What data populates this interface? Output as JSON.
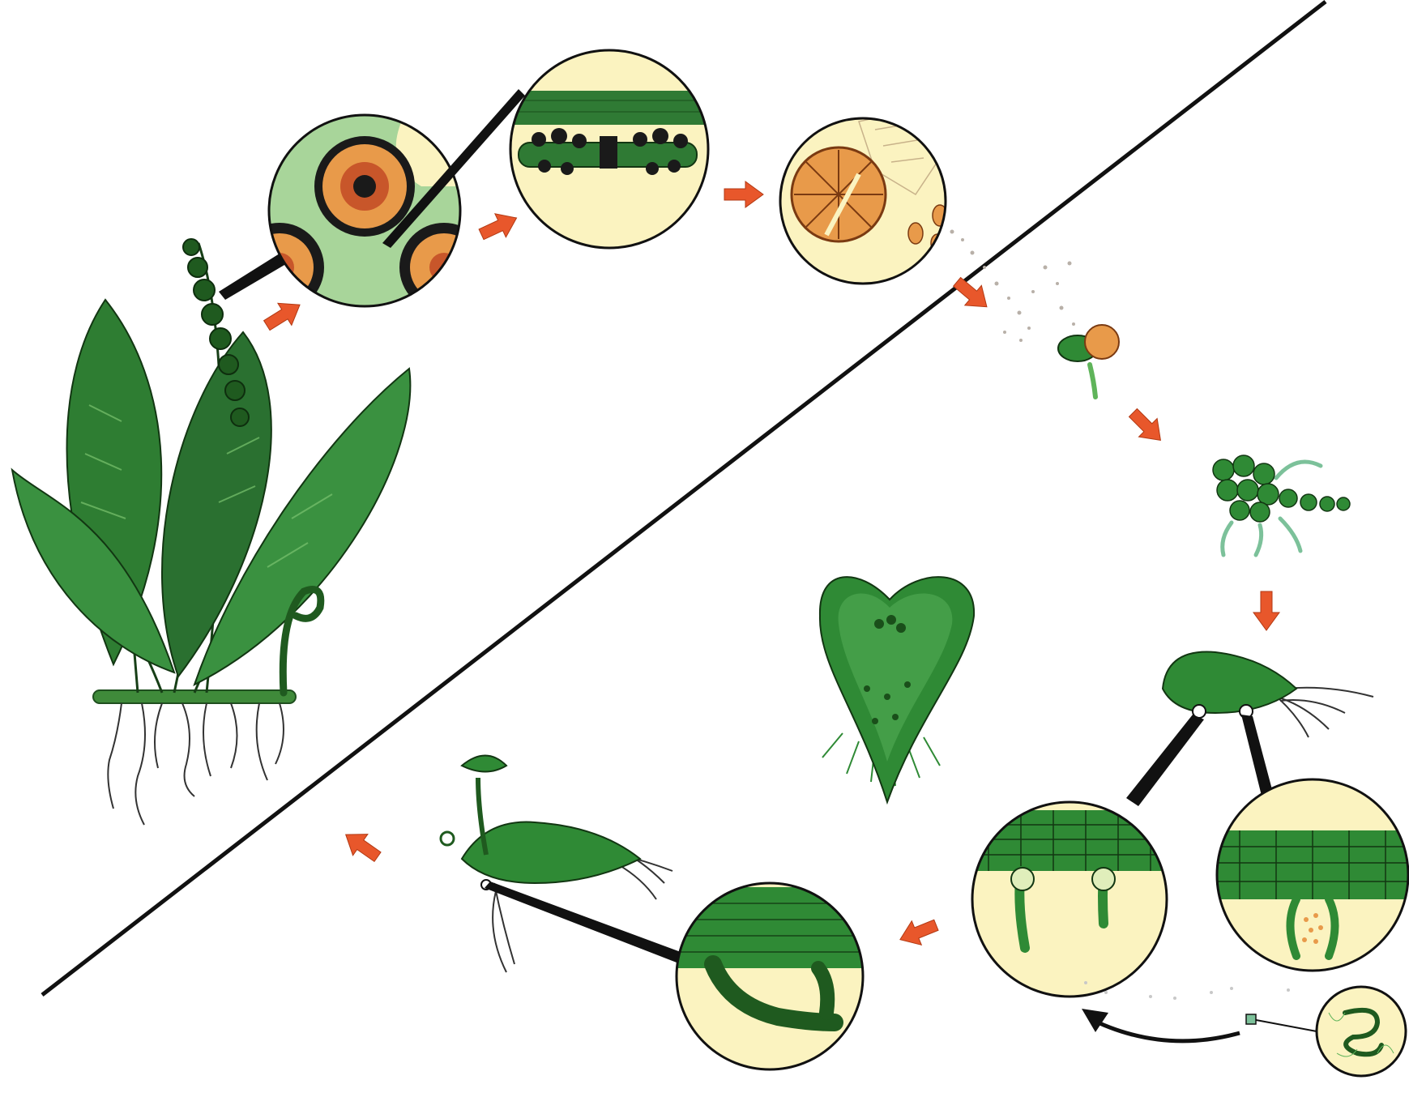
{
  "diagram": {
    "type": "life-cycle",
    "subject": "fern",
    "colors": {
      "background": "#ffffff",
      "plant_dark": "#1f5a1f",
      "plant_mid": "#2f8a35",
      "plant_light": "#5fb45a",
      "pale_green": "#a8d59a",
      "magnifier_fill": "#fbf3c0",
      "sporangium_orange": "#e89a4a",
      "sporangium_red": "#c8562a",
      "arrow": "#e8572b",
      "divider": "#111111"
    },
    "stages": [
      {
        "id": "sporophyte",
        "icon": "fern-sporophyte-icon"
      },
      {
        "id": "sorus-closeup",
        "icon": "sorus-magnifier-icon"
      },
      {
        "id": "frond-cross-section",
        "icon": "frond-section-magnifier-icon"
      },
      {
        "id": "sporangium",
        "icon": "sporangium-magnifier-icon"
      },
      {
        "id": "spores",
        "icon": "spores-icon"
      },
      {
        "id": "germinating-spore",
        "icon": "germinating-spore-icon"
      },
      {
        "id": "young-prothallus",
        "icon": "young-prothallus-icon"
      },
      {
        "id": "prothallus",
        "icon": "prothallus-icon"
      },
      {
        "id": "heart-shaped-gametophyte",
        "icon": "heart-gametophyte-icon"
      },
      {
        "id": "archegonia",
        "icon": "archegonia-magnifier-icon"
      },
      {
        "id": "antheridium",
        "icon": "antheridium-magnifier-icon"
      },
      {
        "id": "sperm",
        "icon": "sperm-magnifier-icon"
      },
      {
        "id": "fertilization-embryo",
        "icon": "embryo-magnifier-icon"
      },
      {
        "id": "young-sporophyte",
        "icon": "young-sporophyte-icon"
      }
    ],
    "arrows": 10
  }
}
